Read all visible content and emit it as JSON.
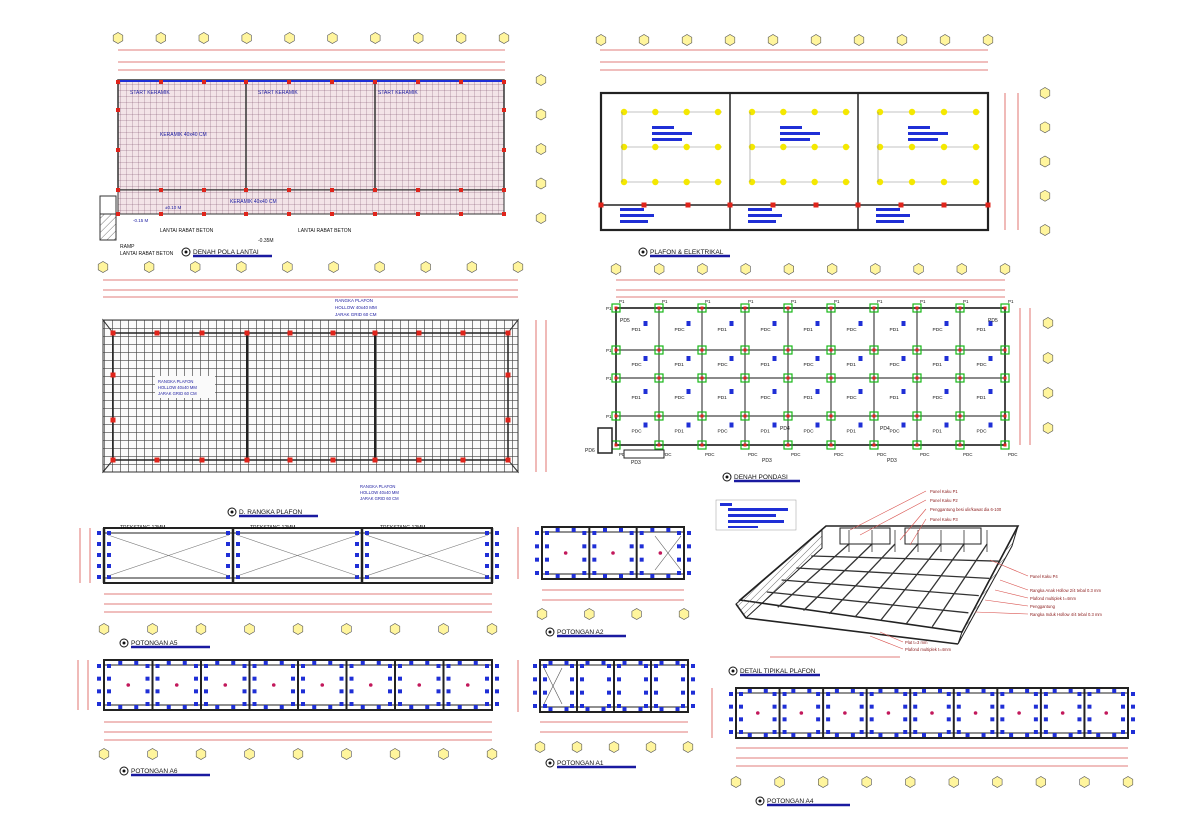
{
  "drawings": {
    "denah_pola_lantai": {
      "title": "DENAH POLA LANTAI",
      "room_labels": [
        "START KERAMIK",
        "START KERAMIK",
        "START KERAMIK"
      ],
      "tile_label": "KERAMIK 40x40 CM",
      "tile_label_2": "KERAMIK 40x40 CM",
      "level_1": "±0.10 M",
      "level_2": "-0.15 M",
      "level_3": "-0.35M",
      "concrete_1": "LANTAI RABAT BETON",
      "concrete_2": "LANTAI RABAT BETON",
      "ramp": "RAMP",
      "ramp_sub": "LANTAI RABAT BETON"
    },
    "plafon_elektrikal": {
      "title": "PLAFON & ELEKTRIKAL"
    },
    "rangka_plafon": {
      "title": "D. RANGKA PLAFON",
      "top_note_1": "RANGKA PLAFON",
      "top_note_2": "HOLLOW 40x40 MM",
      "top_note_3": "JARAK GRID 60 CM",
      "bay_note_1": "RANGKA PLAFON",
      "bay_note_2": "HOLLOW 40x40 MM",
      "bay_note_3": "JARAK GRID 60 CM",
      "bottom_note_1": "RANGKA PLAFON",
      "bottom_note_2": "HOLLOW 40x40 MM",
      "bottom_note_3": "JARAK GRID 60 CM"
    },
    "denah_pondasi": {
      "title": "DENAH PONDASI",
      "labels": [
        "P1",
        "PD1",
        "PD2",
        "PD3",
        "PD4",
        "PD5",
        "PD6",
        "PDC"
      ]
    },
    "sections": {
      "a5": "POTONGAN A5",
      "a6": "POTONGAN A6",
      "a2": "POTONGAN A2",
      "a1": "POTONGAN A1",
      "a4": "POTONGAN A4",
      "trekstang": "TREKSTANG 12MM"
    },
    "detail_plafon": {
      "title": "DETAIL TIPIKAL PLAFON",
      "callouts": [
        "Panel Kaku P1",
        "Panel Kaku P2",
        "Penggantung besi ulir/kawat dia 6-100",
        "Panel Kaku P3",
        "Panel Kaku P4",
        "Rangka Anak Hollow 2/4 tebal 0.3 mm",
        "Plafond multiplek t=4mm",
        "Penggantung",
        "Rangka Induk Hollow 4/4 tebal 0.3 mm",
        "Plat t=3 mm",
        "Plafond multiplek t=4mm"
      ]
    }
  },
  "colors": {
    "dim_line": "#d9534f",
    "text_blue": "#1a1aa0",
    "axis_bubble": "#d4c400",
    "column_red": "#e0241b",
    "column_blue": "#1f2fd6",
    "green_frame": "#18b818",
    "dark": "#222222"
  }
}
